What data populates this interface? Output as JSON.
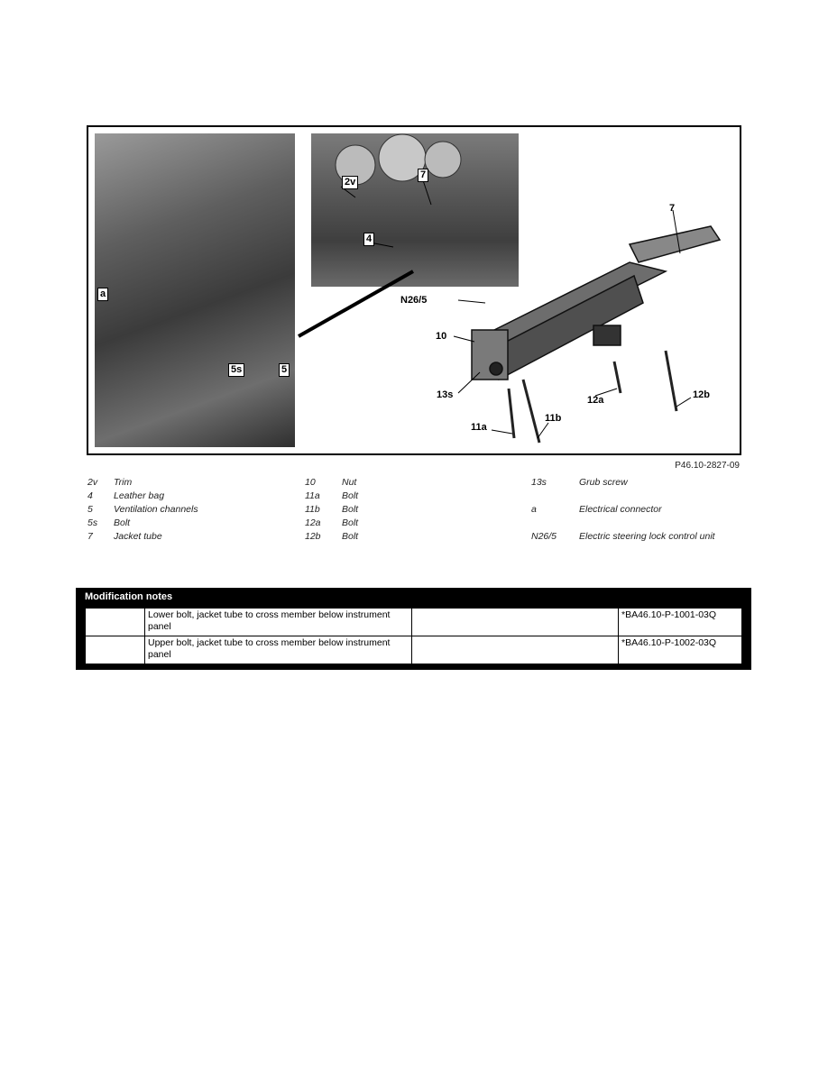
{
  "figure": {
    "callouts": {
      "a": "a",
      "5s": "5s",
      "5": "5",
      "2v": "2v",
      "7_inset": "7",
      "4": "4",
      "7_main": "7",
      "n26_5": "N26/5",
      "10": "10",
      "13s": "13s",
      "12a": "12a",
      "12b": "12b",
      "11a": "11a",
      "11b": "11b"
    },
    "id": "P46.10-2827-09"
  },
  "legend": {
    "col1": [
      {
        "key": "2v",
        "value": "Trim"
      },
      {
        "key": "4",
        "value": "Leather bag"
      },
      {
        "key": "5",
        "value": "Ventilation channels"
      },
      {
        "key": "5s",
        "value": "Bolt"
      },
      {
        "key": "7",
        "value": "Jacket tube"
      }
    ],
    "col2": [
      {
        "key": "10",
        "value": "Nut"
      },
      {
        "key": "11a",
        "value": "Bolt"
      },
      {
        "key": "11b",
        "value": "Bolt"
      },
      {
        "key": "12a",
        "value": "Bolt"
      },
      {
        "key": "12b",
        "value": "Bolt"
      }
    ],
    "col3": [
      {
        "key": "13s",
        "value": "Grub screw"
      },
      {
        "key": "",
        "value": ""
      },
      {
        "key": "a",
        "value": "Electrical connector"
      },
      {
        "key": "",
        "value": ""
      },
      {
        "key": "",
        "value": ""
      },
      {
        "key": "N26/5",
        "value": "Electric steering lock control unit"
      }
    ]
  },
  "modification_notes": {
    "title": "Modification notes",
    "rows": [
      {
        "col1": "",
        "description": "Lower bolt, jacket tube to cross member below instrument panel",
        "col3": "",
        "ref": "*BA46.10-P-1001-03Q"
      },
      {
        "col1": "",
        "description": "Upper bolt, jacket tube to cross member below instrument panel",
        "col3": "",
        "ref": "*BA46.10-P-1002-03Q"
      }
    ]
  }
}
